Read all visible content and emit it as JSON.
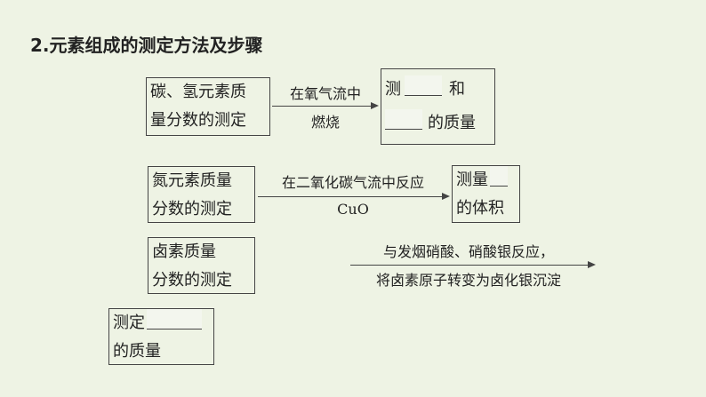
{
  "title": "2.元素组成的测定方法及步骤",
  "ch": {
    "box": [
      "碳、氢元素质",
      "量分数的测定"
    ],
    "above": "在氧气流中",
    "below": "燃烧",
    "result": {
      "a": "测",
      "b": "和",
      "c": "的质量"
    }
  },
  "n": {
    "box": [
      "氮元素质量",
      "分数的测定"
    ],
    "above": "在二氧化碳气流中反应",
    "below": "CuO",
    "result": {
      "a": "测量",
      "c": "的体积"
    }
  },
  "x": {
    "box": [
      "卤素质量",
      "分数的测定"
    ],
    "above": "与发烟硝酸、硝酸银反应，",
    "below": "将卤素原子转变为卤化银沉淀",
    "result": {
      "a": "测定",
      "c": "的质量"
    }
  }
}
